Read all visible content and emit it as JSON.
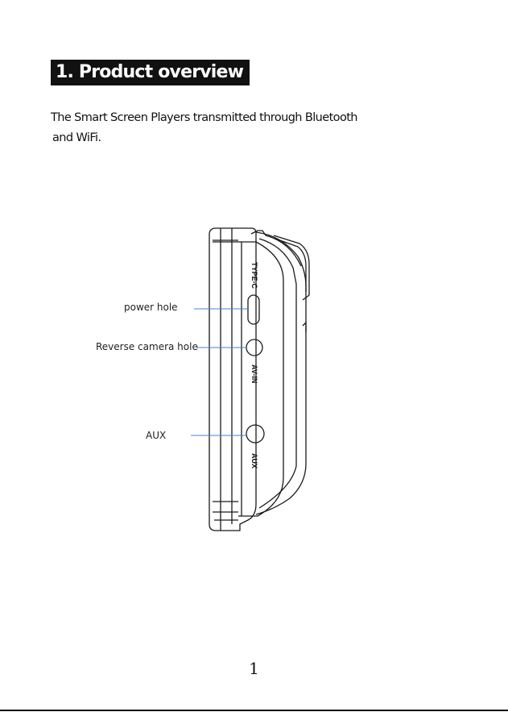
{
  "section": {
    "title": "1. Product overview",
    "description_line1": "The Smart Screen Players  transmitted through Bluetooth",
    "description_line2": "and WiFi."
  },
  "device": {
    "port_labels": {
      "type_c": "TYPE-C",
      "av_in": "AV-IN",
      "aux": "AUX"
    },
    "callouts": {
      "power": "power hole",
      "reverse_camera": "Reverse camera hole",
      "aux": "AUX"
    }
  },
  "colors": {
    "heading_bg": "#111111",
    "heading_text": "#ffffff",
    "callout_line": "#4a7fd1"
  },
  "footer": {
    "page_number": "1"
  }
}
